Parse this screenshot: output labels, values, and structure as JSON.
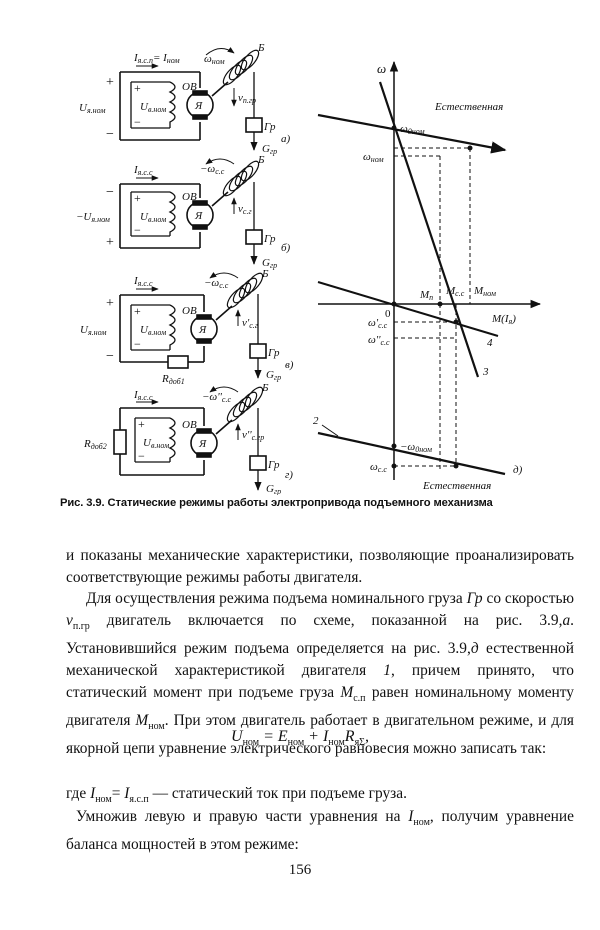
{
  "figure": {
    "circuits": {
      "a": {
        "tag": "а)",
        "current": "I",
        "current_sub": "я.с.п",
        "current_eq": "= I",
        "current_eq_sub": "ном",
        "voltage": "U",
        "voltage_sub": "я.ном",
        "excitation": "U",
        "excitation_sub": "в.ном",
        "field": "ОВ",
        "armature": "Я",
        "drum": "Б",
        "speed": "ω",
        "speed_sub": "ном",
        "load": "Гр",
        "force": "G",
        "force_sub": "гр",
        "velocity": "v",
        "velocity_sub": "п.гр"
      },
      "b": {
        "tag": "б)",
        "current": "I",
        "current_sub": "я.с.с",
        "voltage": "−U",
        "voltage_sub": "я.ном",
        "excitation": "U",
        "excitation_sub": "в.ном",
        "field": "ОВ",
        "armature": "Я",
        "drum": "Б",
        "speed": "−ω",
        "speed_sub": "с.с",
        "load": "Гр",
        "force": "G",
        "force_sub": "гр",
        "velocity": "v",
        "velocity_sub": "с.г"
      },
      "c": {
        "tag": "в)",
        "current": "I",
        "current_sub": "я.с.с",
        "voltage": "U",
        "voltage_sub": "я.ном",
        "excitation": "U",
        "excitation_sub": "в.ном",
        "field": "ОВ",
        "armature": "Я",
        "drum": "Б",
        "speed": "−ω",
        "speed_sub": "с.с",
        "resistor": "R",
        "resistor_sub": "доб1",
        "load": "Гр",
        "force": "G",
        "force_sub": "гр",
        "velocity": "v'",
        "velocity_sub": "с.г"
      },
      "d": {
        "tag": "г)",
        "current": "I",
        "current_sub": "я.с.с",
        "excitation": "U",
        "excitation_sub": "в.ном",
        "field": "ОВ",
        "armature": "Я",
        "drum": "Б",
        "speed": "−ω''",
        "speed_sub": "с.с",
        "resistor": "R",
        "resistor_sub": "доб2",
        "load": "Гр",
        "force": "G",
        "force_sub": "гр",
        "velocity": "v''",
        "velocity_sub": "с.гр"
      }
    },
    "plot": {
      "tag": "д)",
      "y_axis": "ω",
      "x_axis": "M(I",
      "x_axis_sub": "я",
      "x_axis_end": ")",
      "origin": "0",
      "natural_top": "Естественная",
      "natural_bottom": "Естественная",
      "labels": {
        "w0nom": "ω",
        "w0nom_sub": "0ном",
        "wnom": "ω",
        "wnom_sub": "ном",
        "Mp": "M",
        "Mp_sub": "п",
        "Mss": "M",
        "Mss_sub": "с.с",
        "Mnom": "M",
        "Mnom_sub": "ном",
        "wss1": "ω'",
        "wss1_sub": "с.с",
        "wss2": "ω''",
        "wss2_sub": "с.с",
        "mw0nom": "−ω",
        "mw0nom_sub": "0ном",
        "wss": "ω",
        "wss_sub": "с.с",
        "n2": "2",
        "n3": "3",
        "n4": "4"
      }
    }
  },
  "caption": "Рис. 3.9. Статические режимы работы электропривода подъемного механизма",
  "text": {
    "p1": "и показаны механические характеристики, позволяющие проанализировать соответствующие режимы работы двигателя.",
    "p2_a": "Для осуществления режима подъема номинального груза ",
    "p2_b": "Гр",
    "p2_c": " со скоростью ",
    "p2_d": "v",
    "p2_d_sub": "п.гр",
    "p2_e": " двигатель включается по схеме, показанной на рис. 3.9,",
    "p2_f": "а",
    "p2_g": ". Установившийся режим подъема определяется на рис. 3.9,",
    "p2_h": "д",
    "p2_i": " естественной механической характеристикой двигателя ",
    "p2_j": "1",
    "p2_k": ", причем принято, что статический момент при подъеме груза ",
    "p2_l": "M",
    "p2_l_sub": "с.п",
    "p2_m": " равен номинальному моменту двигателя ",
    "p2_n": "M",
    "p2_n_sub": "ном",
    "p2_o": ". При этом двигатель работает в двигательном режиме, и для якорной цепи уравнение электрического равновесия можно записать так:",
    "eq_a": "U",
    "eq_a_sub": "ном",
    "eq_b": " = E",
    "eq_b_sub": "ном",
    "eq_c": " + I",
    "eq_c_sub": "ном",
    "eq_d": "R",
    "eq_d_sub": "яΣ",
    "eq_e": ",",
    "p3_a": "где ",
    "p3_b": "I",
    "p3_b_sub": "ном",
    "p3_c": "= ",
    "p3_d": "I",
    "p3_d_sub": "я.с.п",
    "p3_e": " — статический ток при подъеме груза.",
    "p4_a": "Умножив левую и правую части уравнения на ",
    "p4_b": "I",
    "p4_b_sub": "ном",
    "p4_c": ", получим уравнение баланса мощностей в этом режиме:"
  },
  "page_number": "156"
}
